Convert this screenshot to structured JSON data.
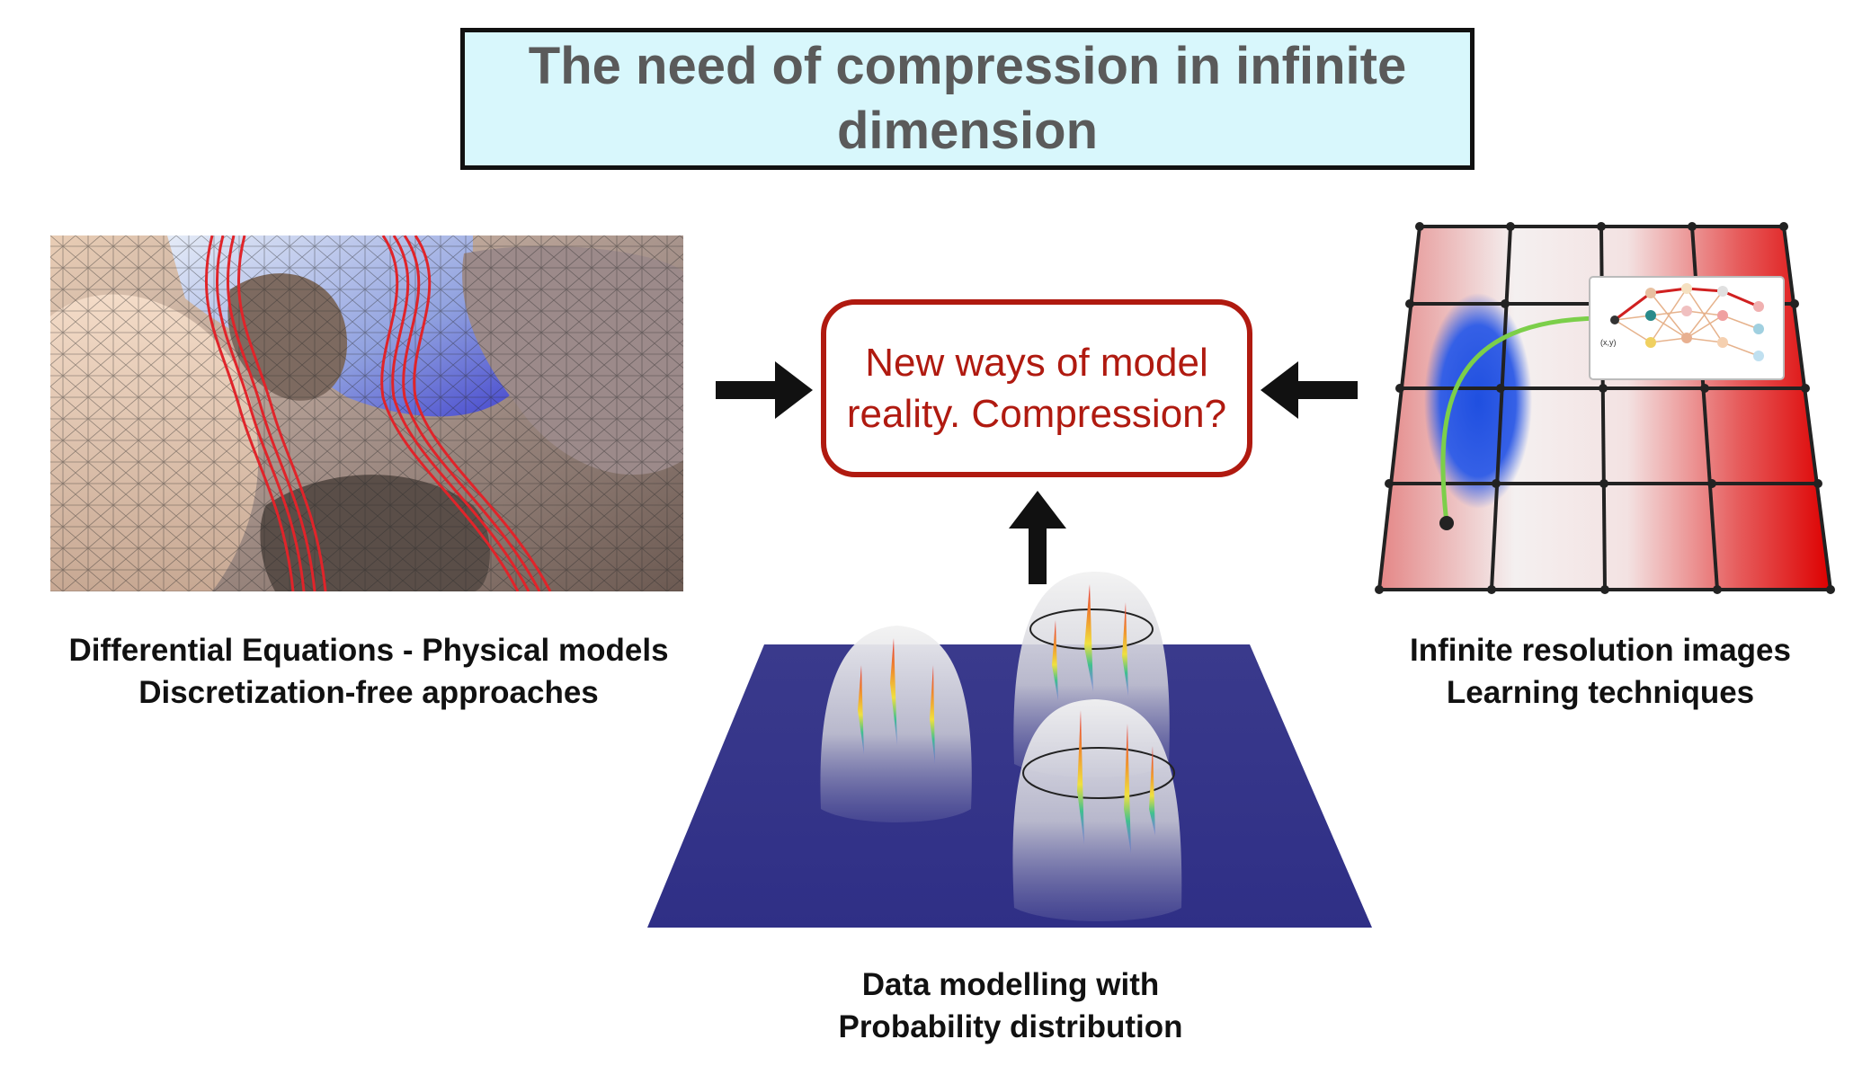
{
  "title": "The need of compression in infinite dimension",
  "center_box": {
    "text": "New ways of model reality. Compression?"
  },
  "captions": {
    "left": {
      "line1": "Differential Equations - Physical models",
      "line2": "Discretization-free approaches"
    },
    "right": {
      "line1": "Infinite resolution images",
      "line2": "Learning techniques"
    },
    "bottom": {
      "line1": "Data modelling with",
      "line2": "Probability distribution"
    }
  },
  "figures": {
    "right_network_label": "(x,y)"
  },
  "colors": {
    "title_bg": "#d8f7fc",
    "center_border": "#b01a10",
    "center_text": "#b01a10",
    "arrow": "#111111",
    "plane": "#3b3b8f"
  }
}
